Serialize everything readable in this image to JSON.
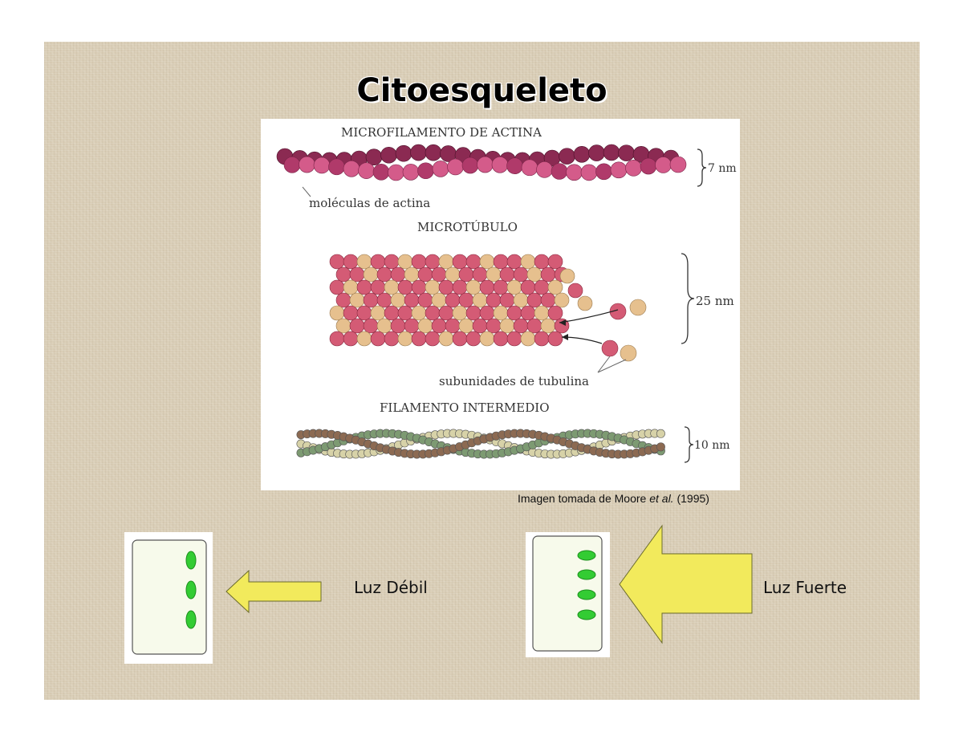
{
  "slide": {
    "title": "Citoesqueleto",
    "figure": {
      "microfilament_label": "MICROFILAMENTO DE ACTINA",
      "microfilament_size": "7 nm",
      "actin_label": "moléculas de actina",
      "microtubule_label": "MICROTÚBULO",
      "microtubule_size": "25 nm",
      "tubulin_label": "subunidades de tubulina",
      "intermediate_label": "FILAMENTO INTERMEDIO",
      "intermediate_size": "10 nm"
    },
    "caption": {
      "prefix": "Imagen tomada de Moore ",
      "italic": "et al.",
      "suffix": " (1995)"
    },
    "weak_light": {
      "label": "Luz Débil",
      "chloroplast_count": 3
    },
    "strong_light": {
      "label": "Luz Fuerte",
      "chloroplast_count": 4
    },
    "colors": {
      "arrow_fill": "#f2ea5c",
      "chloroplast": "#33cc33",
      "cell_fill": "#f7faeb"
    }
  }
}
